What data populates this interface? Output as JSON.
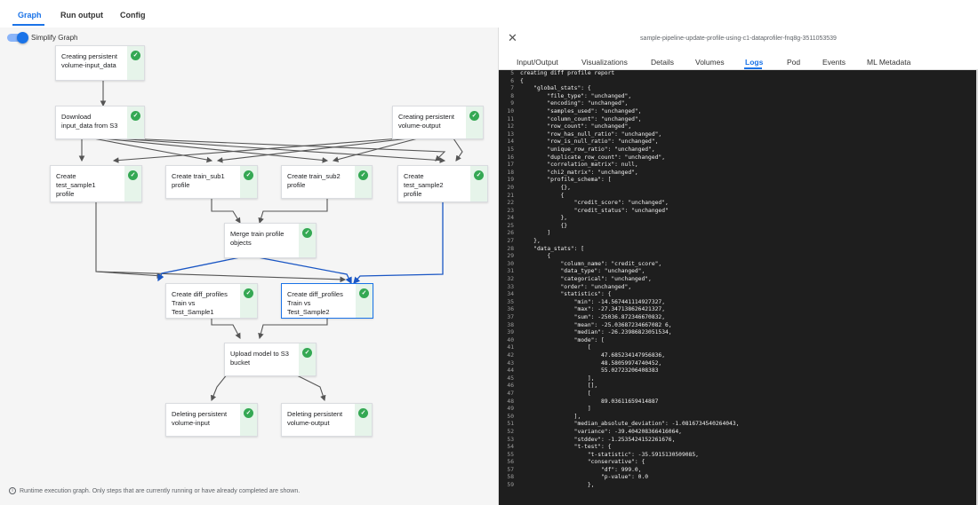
{
  "tabs": [
    "Graph",
    "Run output",
    "Config"
  ],
  "simplify_label": "Simplify Graph",
  "nodes": [
    {
      "label": "Creating persistent\nvolume-input_data"
    },
    {
      "label": "Download\ninput_data from S3"
    },
    {
      "label": "Creating persistent\nvolume-output"
    },
    {
      "label": "Create\ntest_sample1\nprofile"
    },
    {
      "label": "Create train_sub1\nprofile"
    },
    {
      "label": "Create train_sub2\nprofile"
    },
    {
      "label": "Create\ntest_sample2\nprofile"
    },
    {
      "label": "Merge train profile\nobjects"
    },
    {
      "label": "Create diff_profiles\nTrain vs\nTest_Sample1"
    },
    {
      "label": "Create diff_profiles\nTrain vs\nTest_Sample2"
    },
    {
      "label": "Upload model to S3\nbucket"
    },
    {
      "label": "Deleting persistent\nvolume-input"
    },
    {
      "label": "Deleting persistent\nvolume-output"
    }
  ],
  "status_icon": "✓",
  "footer": {
    "icon": "i",
    "text": "Runtime execution graph. Only steps that are currently running or have already completed are shown."
  },
  "panel": {
    "close_icon": "✕",
    "title": "sample-pipeline-update-profile-using-c1-dataprofiler-fnq8g-3511053539",
    "tabs": [
      "Input/Output",
      "Visualizations",
      "Details",
      "Volumes",
      "Logs",
      "Pod",
      "Events",
      "ML Metadata"
    ],
    "active_tab": "Logs"
  },
  "log_lines": [
    {
      "n": "5",
      "t": "creating diff profile report"
    },
    {
      "n": "6",
      "t": "{"
    },
    {
      "n": "7",
      "t": "    \"global_stats\": {"
    },
    {
      "n": "8",
      "t": "        \"file_type\": \"unchanged\","
    },
    {
      "n": "9",
      "t": "        \"encoding\": \"unchanged\","
    },
    {
      "n": "10",
      "t": "        \"samples_used\": \"unchanged\","
    },
    {
      "n": "11",
      "t": "        \"column_count\": \"unchanged\","
    },
    {
      "n": "12",
      "t": "        \"row_count\": \"unchanged\","
    },
    {
      "n": "13",
      "t": "        \"row_has_null_ratio\": \"unchanged\","
    },
    {
      "n": "14",
      "t": "        \"row_is_null_ratio\": \"unchanged\","
    },
    {
      "n": "15",
      "t": "        \"unique_row_ratio\": \"unchanged\","
    },
    {
      "n": "16",
      "t": "        \"duplicate_row_count\": \"unchanged\","
    },
    {
      "n": "17",
      "t": "        \"correlation_matrix\": null,"
    },
    {
      "n": "18",
      "t": "        \"chi2_matrix\": \"unchanged\","
    },
    {
      "n": "19",
      "t": "        \"profile_schema\": ["
    },
    {
      "n": "20",
      "t": "            {},"
    },
    {
      "n": "21",
      "t": "            {"
    },
    {
      "n": "22",
      "t": "                \"credit_score\": \"unchanged\","
    },
    {
      "n": "23",
      "t": "                \"credit_status\": \"unchanged\""
    },
    {
      "n": "24",
      "t": "            },"
    },
    {
      "n": "25",
      "t": "            {}"
    },
    {
      "n": "26",
      "t": "        ]"
    },
    {
      "n": "27",
      "t": "    },"
    },
    {
      "n": "28",
      "t": "    \"data_stats\": ["
    },
    {
      "n": "29",
      "t": "        {"
    },
    {
      "n": "30",
      "t": "            \"column_name\": \"credit_score\","
    },
    {
      "n": "31",
      "t": "            \"data_type\": \"unchanged\","
    },
    {
      "n": "32",
      "t": "            \"categorical\": \"unchanged\","
    },
    {
      "n": "33",
      "t": "            \"order\": \"unchanged\","
    },
    {
      "n": "34",
      "t": "            \"statistics\": {"
    },
    {
      "n": "35",
      "t": "                \"min\": -14.567441114927327,"
    },
    {
      "n": "36",
      "t": "                \"max\": -27.347138626421327,"
    },
    {
      "n": "37",
      "t": "                \"sum\": -25036.872346670832,"
    },
    {
      "n": "38",
      "t": "                \"mean\": -25.03687234667082 6,"
    },
    {
      "n": "39",
      "t": "                \"median\": -26.23986823051534,"
    },
    {
      "n": "40",
      "t": "                \"mode\": ["
    },
    {
      "n": "41",
      "t": "                    ["
    },
    {
      "n": "42",
      "t": "                        47.685234147956836,"
    },
    {
      "n": "43",
      "t": "                        48.58059974740452,"
    },
    {
      "n": "44",
      "t": "                        55.02723206408383"
    },
    {
      "n": "45",
      "t": "                    ],"
    },
    {
      "n": "46",
      "t": "                    [],"
    },
    {
      "n": "47",
      "t": "                    ["
    },
    {
      "n": "48",
      "t": "                        89.03611659414887"
    },
    {
      "n": "49",
      "t": "                    ]"
    },
    {
      "n": "50",
      "t": "                ],"
    },
    {
      "n": "51",
      "t": "                \"median_absolute_deviation\": -1.0816734540264043,"
    },
    {
      "n": "52",
      "t": "                \"variance\": -39.404208366416064,"
    },
    {
      "n": "53",
      "t": "                \"stddev\": -1.2535424152261676,"
    },
    {
      "n": "54",
      "t": "                \"t-test\": {"
    },
    {
      "n": "55",
      "t": "                    \"t-statistic\": -35.5915130509085,"
    },
    {
      "n": "56",
      "t": "                    \"conservative\": {"
    },
    {
      "n": "57",
      "t": "                        \"df\": 999.0,"
    },
    {
      "n": "58",
      "t": "                        \"p-value\": 0.0"
    },
    {
      "n": "59",
      "t": "                    },"
    }
  ]
}
